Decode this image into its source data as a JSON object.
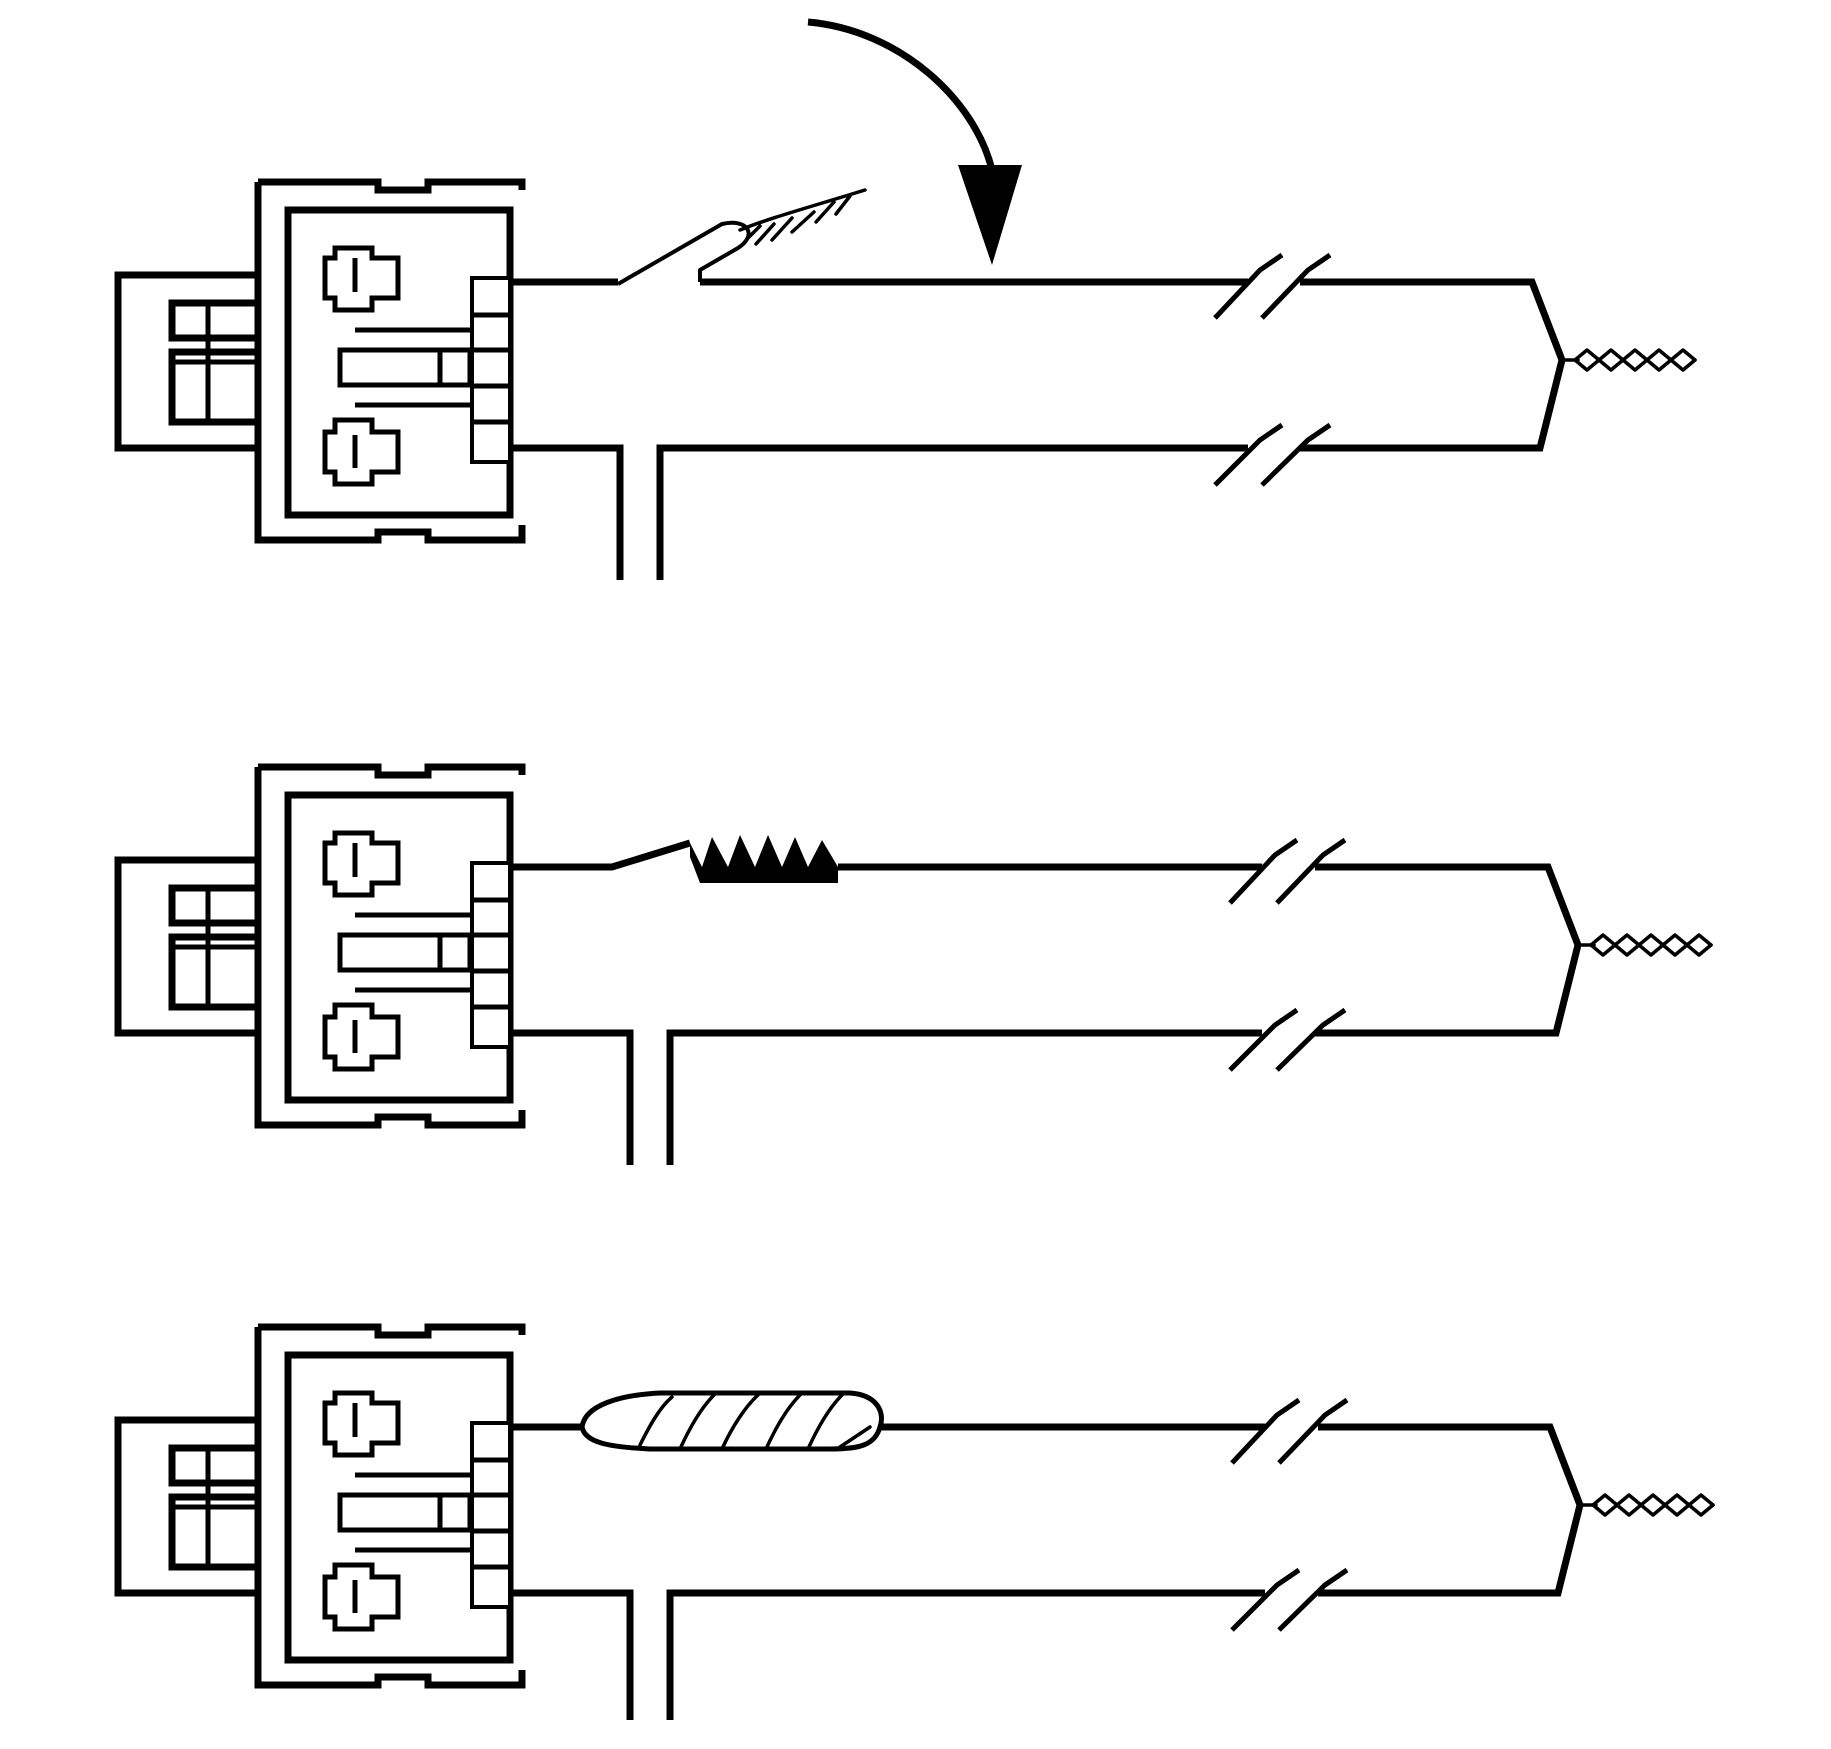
{
  "diagram": {
    "panels": [
      {
        "id": "splice-step-1",
        "splice_style": "twisted-pigtail",
        "has_pointer_arrow": true
      },
      {
        "id": "splice-step-2",
        "splice_style": "wrapped-coil",
        "has_pointer_arrow": false
      },
      {
        "id": "splice-step-3",
        "splice_style": "taped-insulation",
        "has_pointer_arrow": false
      }
    ],
    "colors": {
      "ink": "#000000",
      "paper": "#ffffff"
    },
    "icons": [
      "connector-icon",
      "wire-break-icon",
      "twisted-end-icon",
      "pointer-arrow-icon"
    ]
  }
}
